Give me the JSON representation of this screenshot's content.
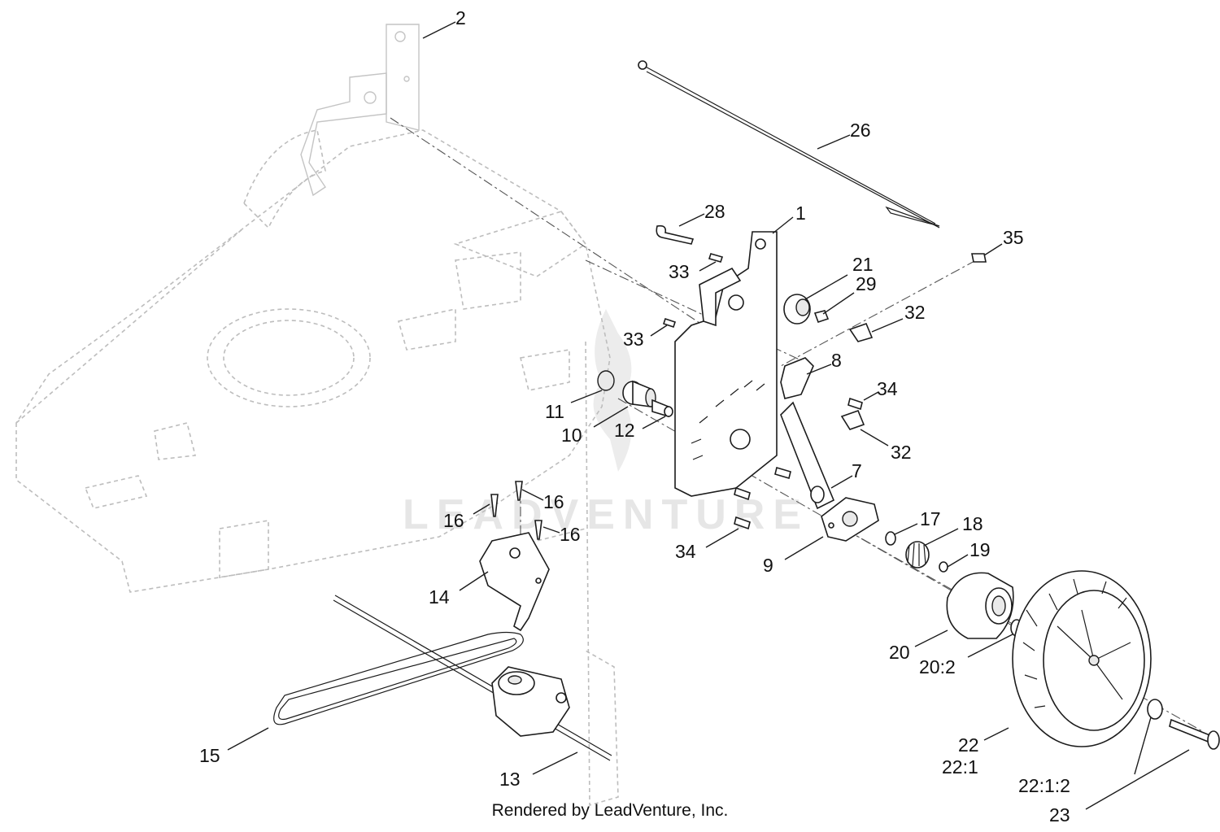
{
  "watermark": "LEADVENTURE",
  "footer": "Rendered by LeadVenture, Inc.",
  "callouts": [
    "2",
    "26",
    "28",
    "1",
    "35",
    "33",
    "21",
    "29",
    "32",
    "33",
    "8",
    "34",
    "11",
    "10",
    "12",
    "32",
    "7",
    "16",
    "16",
    "16",
    "17",
    "18",
    "34",
    "9",
    "19",
    "14",
    "20",
    "20:2",
    "15",
    "22",
    "22:1",
    "22:1:2",
    "13",
    "23"
  ]
}
